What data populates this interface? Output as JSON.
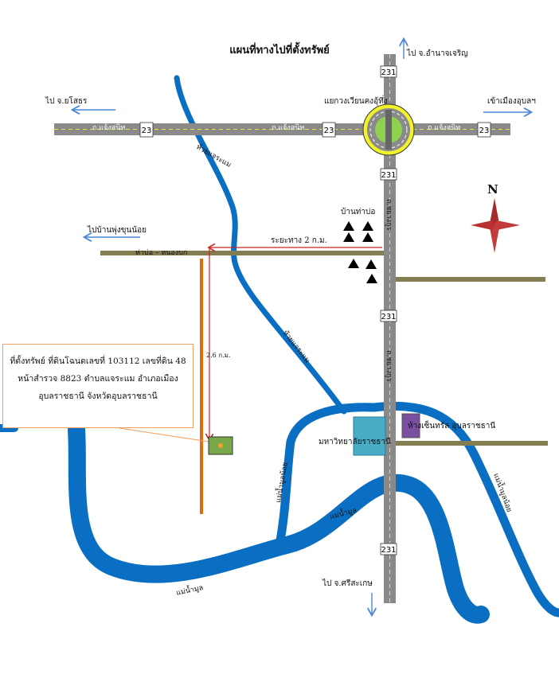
{
  "map": {
    "title": "แผนที่ทางไปที่ตั้งทรัพย์",
    "north_label": "N",
    "directions": {
      "to_amnat": "ไป จ.อำนาจเจริญ",
      "to_yasothon": "ไป จ.ยโสธร",
      "to_ubon_city": "เข้าเมืองอุบลฯ",
      "to_ban_phu_khun_noi": "ไปบ้านพุ่งขุนน้อย",
      "to_sisaket": "ไป จ.ศรีสะเกษ"
    },
    "places": {
      "roundabout": "แยกวงเวียนคงอุ้ทึ่ง",
      "ban_tha_bo": "บ้านท่าบ่อ",
      "university": "มหาวิทยาลัยราชธานี",
      "mall": "ห้างเซ็นทรัล อุบลราชธานี"
    },
    "roads": {
      "chaeng_sanit_left": "ถ.แจ้งสนิท",
      "chaeng_sanit_mid": "ถ.แจ้งสนิท",
      "chaeng_sanit_right": "ถ.แจ้งสนิท",
      "tha_bo_nong_bok": "ท่าบ่อ – หนองบก",
      "route_231_label": "ถ.ชยางกูร",
      "route_231_label_lower": "ถ.ชยางกูร"
    },
    "highway_shields": {
      "h23_left": "23",
      "h23_mid": "23",
      "h23_right": "23",
      "h231_top": "231",
      "h231_roundabout": "231",
      "h231_mid": "231",
      "h231_bottom": "231"
    },
    "waterways": {
      "huai_chae_nor_top": "ห้วยแจระแม",
      "huai_chae_nor": "ห้วยแจระแม",
      "mae_nam_mun_left": "แม่น้ำมูล",
      "mae_nam_mun_center": "แม่น้ำมูล",
      "mae_nam_mun_noi_left": "แม่น้ำมูลน้อย",
      "mae_nam_mun_noi_right": "แม่น้ำมูลน้อย"
    },
    "distances": {
      "along_road": "ระยะทาง 2 ก.ม.",
      "down_road": "2.6 ก.ม."
    },
    "callout": {
      "line1": "ที่ตั้งทรัพย์ ที่ดินโฉนดเลขที่ 103112 เลขที่ดิน 48",
      "line2": "หน้าสำรวจ 8823 ตำบลแจระแม อำเภอเมือง",
      "line3": "อุบลราชธานี จังหวัดอุบลราชธานี"
    },
    "colors": {
      "river": "#0a6fc2",
      "road": "#8a8a8a",
      "minor_road": "#857d52",
      "orange_road": "#e36c0a",
      "arrow": "#4a86d8",
      "distance_line": "#d02020",
      "university": "#4aadc8",
      "mall": "#7b4fa0",
      "property": "#78a84a",
      "roundabout": "#8fd14f"
    }
  }
}
